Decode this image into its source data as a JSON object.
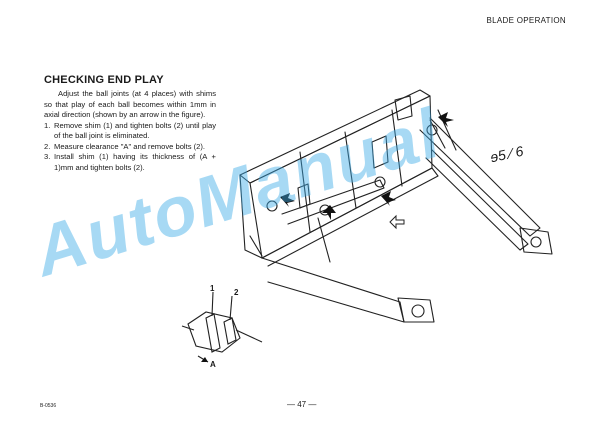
{
  "header": {
    "section": "BLADE OPERATION"
  },
  "content": {
    "heading": "CHECKING END PLAY",
    "intro": "Adjust the ball joints (at 4 places) with shims so that play of each ball becomes within 1mm in axial direction (shown by an arrow in the figure).",
    "steps": [
      {
        "num": "1.",
        "text": "Remove shim (1) and tighten bolts (2) until play of the ball joint is eliminated."
      },
      {
        "num": "2.",
        "text": "Measure clearance \"A\" and remove bolts (2)."
      },
      {
        "num": "3.",
        "text": "Install shim (1) having its thickness of (A + 1)mm and tighten bolts (2)."
      }
    ]
  },
  "figure": {
    "detail_labels": {
      "shim": "1",
      "bolt": "2",
      "clearance": "A"
    },
    "handwritten_note": "ɘ5 ⁄ 6"
  },
  "watermark": "AutoManual",
  "footer": {
    "page_number": "— 47 —",
    "doc_code": "B-0536"
  }
}
